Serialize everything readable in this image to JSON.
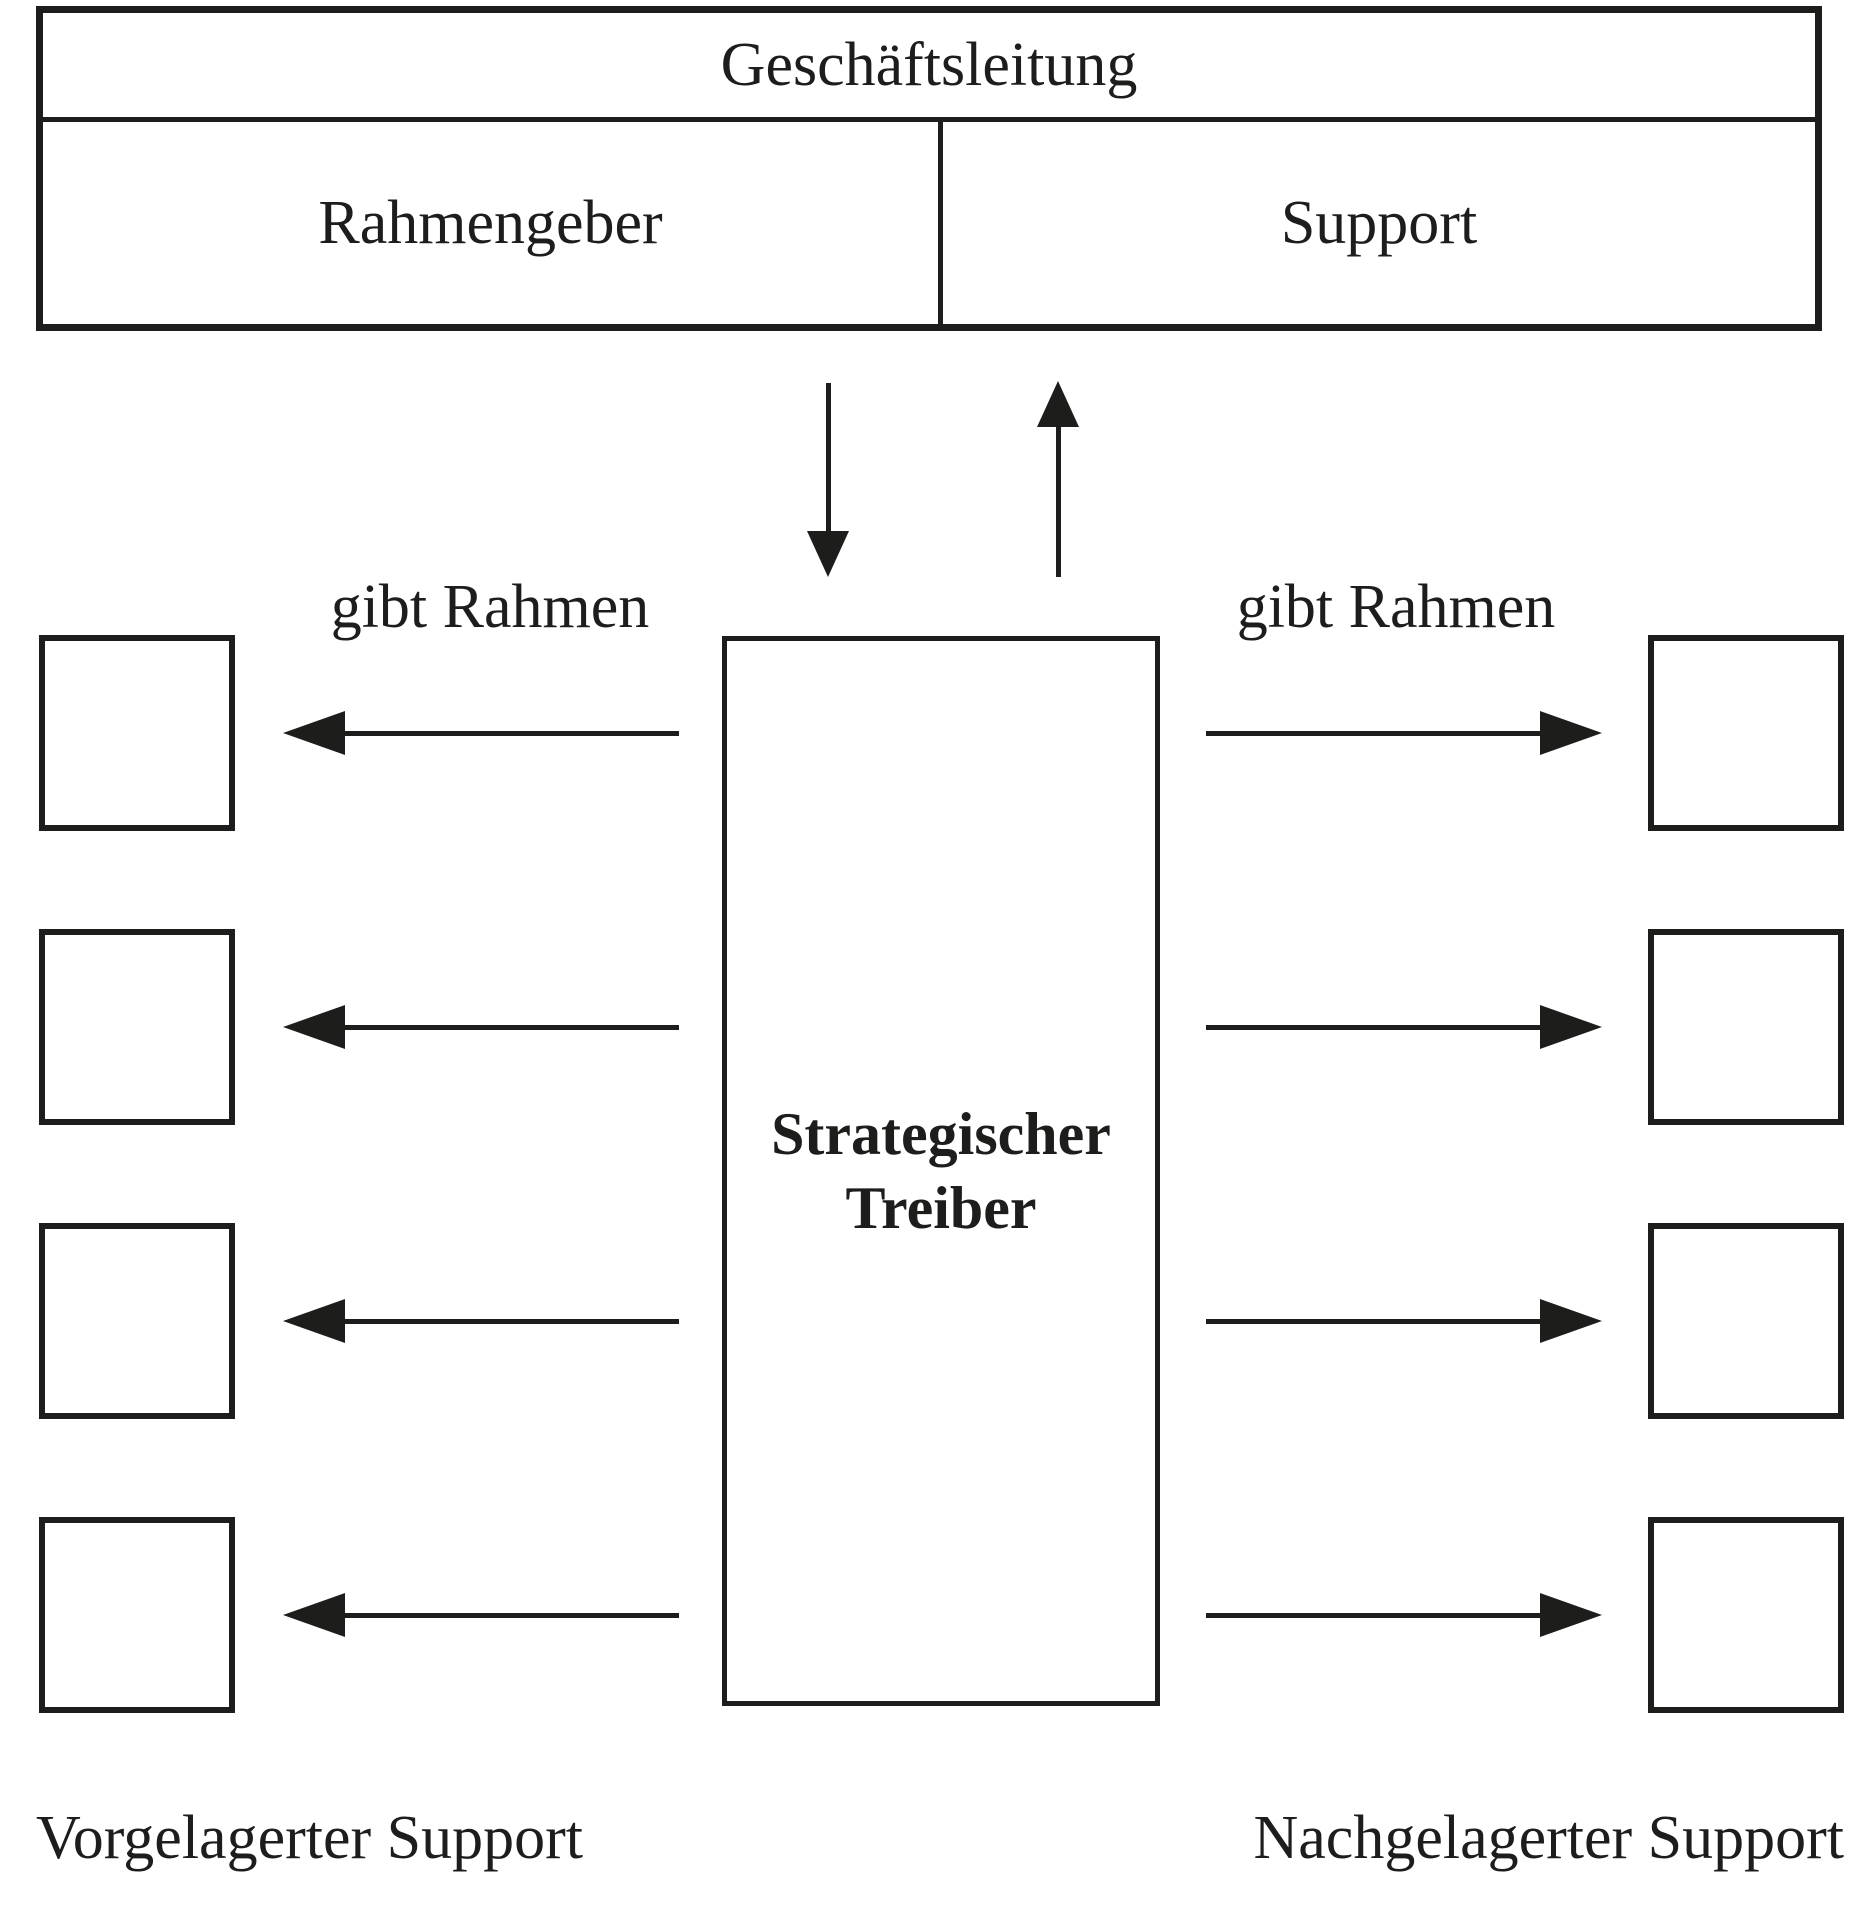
{
  "table": {
    "header": "Geschäftsleitung",
    "left_cell": "Rahmengeber",
    "right_cell": "Support"
  },
  "annotations": {
    "left_gibt_rahmen": "gibt Rahmen",
    "right_gibt_rahmen": "gibt Rahmen"
  },
  "center_box": {
    "lines": [
      "Strategischer",
      "Treiber"
    ]
  },
  "footer": {
    "left_label": "Vorgelagerter Support",
    "right_label": "Nachgelagerter Support"
  },
  "structure": {
    "left_boxes": 4,
    "right_boxes": 4
  },
  "colors": {
    "ink": "#1d1d1b",
    "background": "#ffffff"
  }
}
